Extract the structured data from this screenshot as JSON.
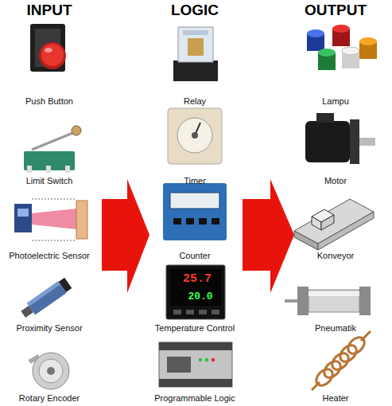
{
  "diagram": {
    "labels": [
      "INPUT",
      "LOGIC",
      "OUTPUT",
      "Push Button",
      "Relay",
      "Lampu",
      "Limit Switch",
      "Timer",
      "Motor",
      "Photoelectric Sensor",
      "Counter",
      "Konveyor",
      "25.7",
      "20.0",
      "Proximity Sensor",
      "Temperature Control",
      "Pneumatik",
      "Rotary Encoder",
      "Programmable Logic",
      "Heater"
    ]
  }
}
